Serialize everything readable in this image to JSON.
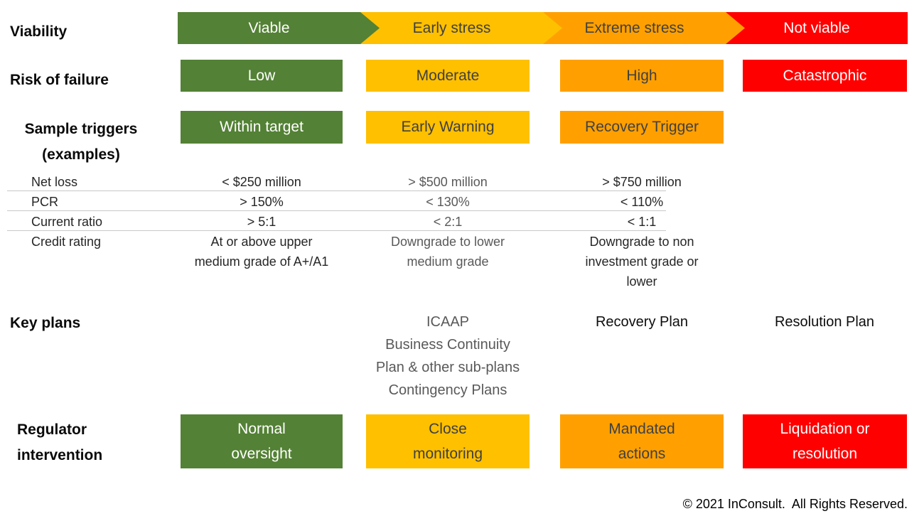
{
  "viability": {
    "label": "Viability",
    "stages": [
      {
        "label": "Viable"
      },
      {
        "label": "Early stress"
      },
      {
        "label": "Extreme stress"
      },
      {
        "label": "Not viable"
      }
    ]
  },
  "risk": {
    "label": "Risk of failure",
    "cells": [
      {
        "label": "Low"
      },
      {
        "label": "Moderate"
      },
      {
        "label": "High"
      },
      {
        "label": "Catastrophic"
      }
    ]
  },
  "triggers": {
    "label_lines": [
      "Sample triggers",
      "(examples)"
    ],
    "boxes": [
      {
        "label": "Within target"
      },
      {
        "label": "Early Warning"
      },
      {
        "label": "Recovery Trigger"
      }
    ],
    "table": {
      "rows": [
        {
          "label": "Net loss",
          "values": [
            [
              "< $250 million"
            ],
            [
              "> $500 million"
            ],
            [
              "> $750 million"
            ]
          ]
        },
        {
          "label": "PCR",
          "values": [
            [
              "> 150%"
            ],
            [
              "< 130%"
            ],
            [
              "< 110%"
            ]
          ]
        },
        {
          "label": "Current ratio",
          "values": [
            [
              "> 5:1"
            ],
            [
              "< 2:1"
            ],
            [
              "< 1:1"
            ]
          ]
        },
        {
          "label": "Credit rating",
          "values": [
            [
              "At or above upper",
              "medium grade of A+/A1"
            ],
            [
              "Downgrade to lower",
              "medium grade"
            ],
            [
              "Downgrade to non",
              "investment grade or",
              "lower"
            ]
          ]
        }
      ]
    }
  },
  "key_plans": {
    "label": "Key plans",
    "early_stress_plans": [
      "ICAAP",
      "Business Continuity",
      "Plan & other sub-plans",
      "Contingency Plans"
    ],
    "extreme_stress_plan": "Recovery Plan",
    "not_viable_plan": "Resolution Plan"
  },
  "regulator": {
    "label_lines": [
      "Regulator",
      "intervention"
    ],
    "cells": [
      {
        "lines": [
          "Normal",
          "oversight"
        ]
      },
      {
        "lines": [
          "Close",
          "monitoring"
        ]
      },
      {
        "lines": [
          "Mandated",
          "actions"
        ]
      },
      {
        "lines": [
          "Liquidation or",
          "resolution"
        ]
      }
    ]
  },
  "footer": {
    "copyright": "© 2021 InConsult.  All Rights Reserved."
  },
  "colors": {
    "green": "#538135",
    "yellow": "#FFC000",
    "orange": "#FFA000",
    "red": "#FF0000",
    "dark_text": "#404040",
    "gray_text": "#595959",
    "black_text": "#262626",
    "separator": "#C8C8C8"
  }
}
